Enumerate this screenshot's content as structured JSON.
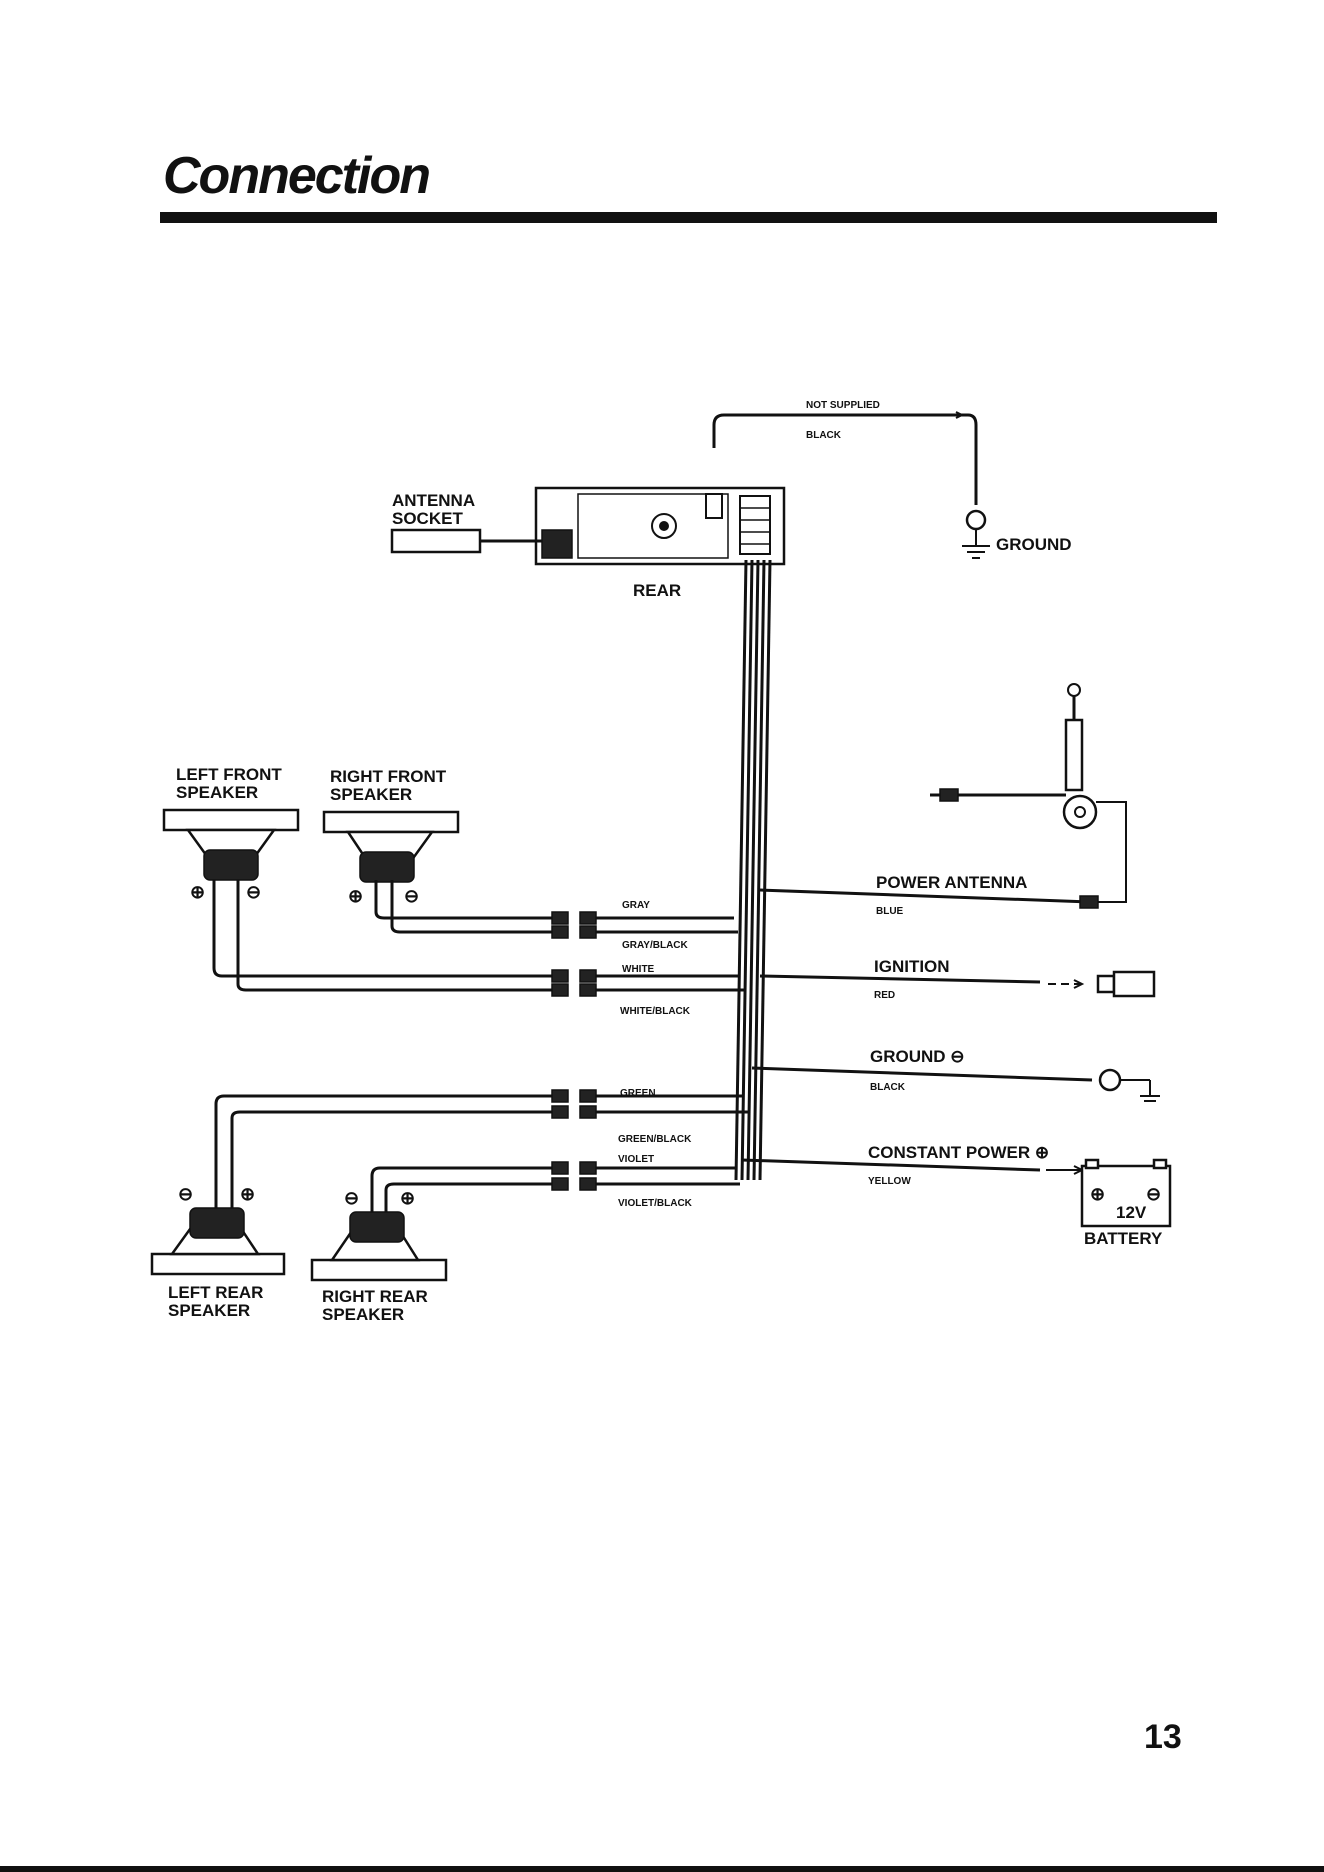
{
  "page": {
    "title": "Connection",
    "page_number": "13"
  },
  "diagram": {
    "head_unit": {
      "antenna_socket": "ANTENNA\nSOCKET",
      "rear": "REAR"
    },
    "top_ground": {
      "note": "NOT SUPPLIED",
      "color": "BLACK",
      "label": "GROUND"
    },
    "speakers": {
      "left_front": "LEFT FRONT\nSPEAKER",
      "right_front": "RIGHT FRONT\nSPEAKER",
      "left_rear": "LEFT REAR\nSPEAKER",
      "right_rear": "RIGHT REAR\nSPEAKER"
    },
    "speaker_wires": [
      "GRAY",
      "GRAY/BLACK",
      "WHITE",
      "WHITE/BLACK",
      "GREEN",
      "GREEN/BLACK",
      "VIOLET",
      "VIOLET/BLACK"
    ],
    "power_leads": [
      {
        "name": "POWER ANTENNA",
        "color": "BLUE"
      },
      {
        "name": "IGNITION",
        "color": "RED"
      },
      {
        "name": "GROUND",
        "color": "BLACK"
      },
      {
        "name": "CONSTANT POWER",
        "color": "YELLOW"
      }
    ],
    "battery": {
      "voltage": "12V",
      "label": "BATTERY"
    }
  }
}
